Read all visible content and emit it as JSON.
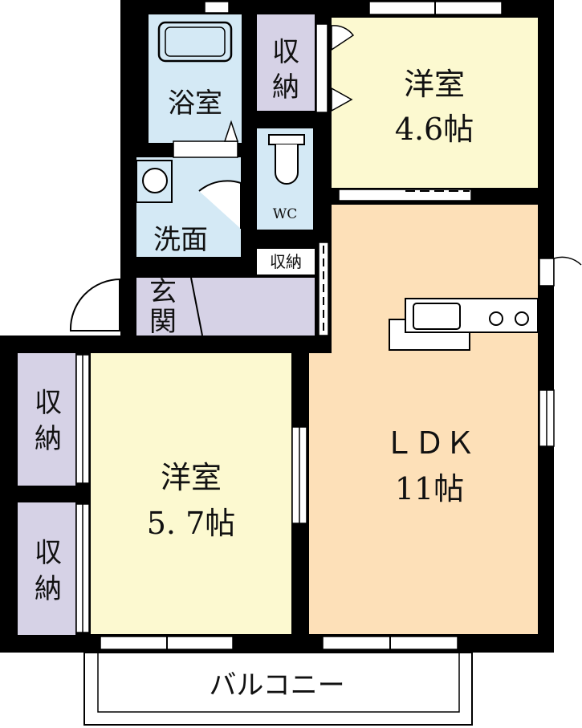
{
  "rooms": {
    "bath": {
      "label": "浴室"
    },
    "storage_top": {
      "line1": "収",
      "line2": "納"
    },
    "western_room_1": {
      "name": "洋室",
      "size": "4.6帖"
    },
    "wc": {
      "label": "WC"
    },
    "washroom": {
      "label": "洗面"
    },
    "storage_small": {
      "label": "収納"
    },
    "entrance": {
      "line1": "玄",
      "line2": "関"
    },
    "storage_left_upper": {
      "line1": "収",
      "line2": "納"
    },
    "storage_left_lower": {
      "line1": "収",
      "line2": "納"
    },
    "western_room_2": {
      "name": "洋室",
      "size": "5. 7帖"
    },
    "ldk": {
      "name": "ＬＤＫ",
      "size": "11帖"
    },
    "balcony": {
      "label": "バルコニー"
    }
  },
  "colors": {
    "wall": "#000000",
    "western_room": "#fcf9d0",
    "wet_area": "#d4e9f5",
    "storage": "#d6d2e6",
    "ldk": "#fde0b8",
    "balcony": "#ffffff"
  }
}
